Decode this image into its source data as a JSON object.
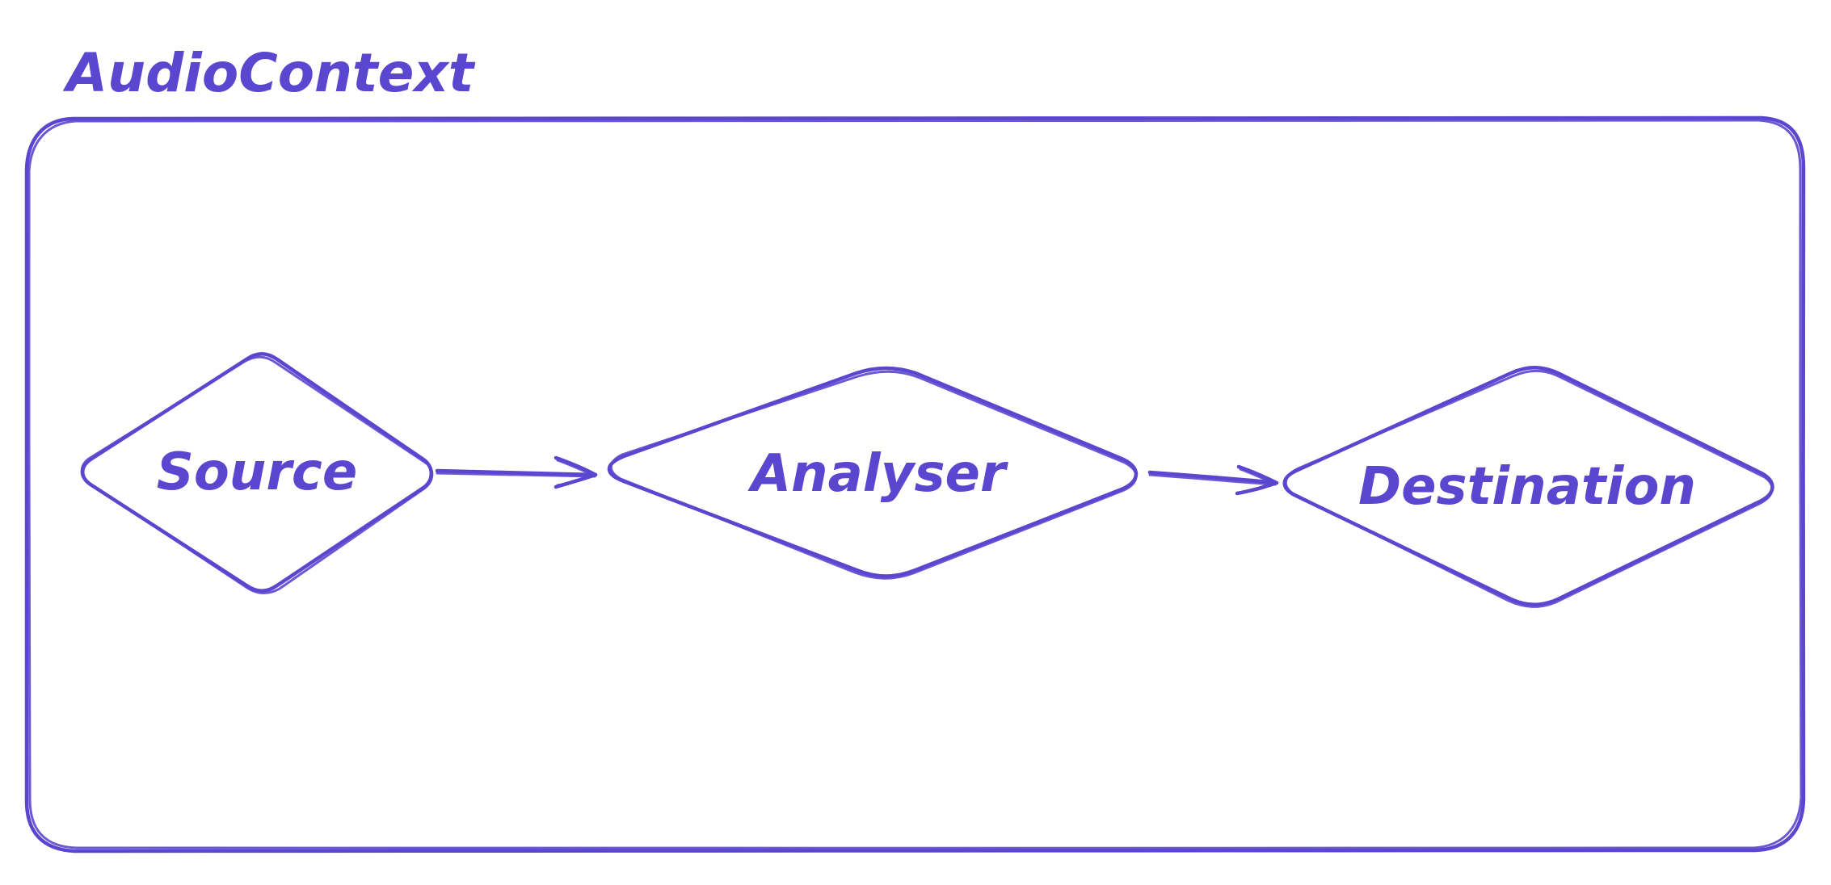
{
  "diagram": {
    "title": "AudioContext",
    "nodes": [
      {
        "id": "source",
        "label": "Source"
      },
      {
        "id": "analyser",
        "label": "Analyser"
      },
      {
        "id": "destination",
        "label": "Destination"
      }
    ],
    "edges": [
      {
        "from": "source",
        "to": "analyser"
      },
      {
        "from": "analyser",
        "to": "destination"
      }
    ]
  },
  "colors": {
    "stroke": "#5b46cf",
    "background": "#ffffff"
  }
}
